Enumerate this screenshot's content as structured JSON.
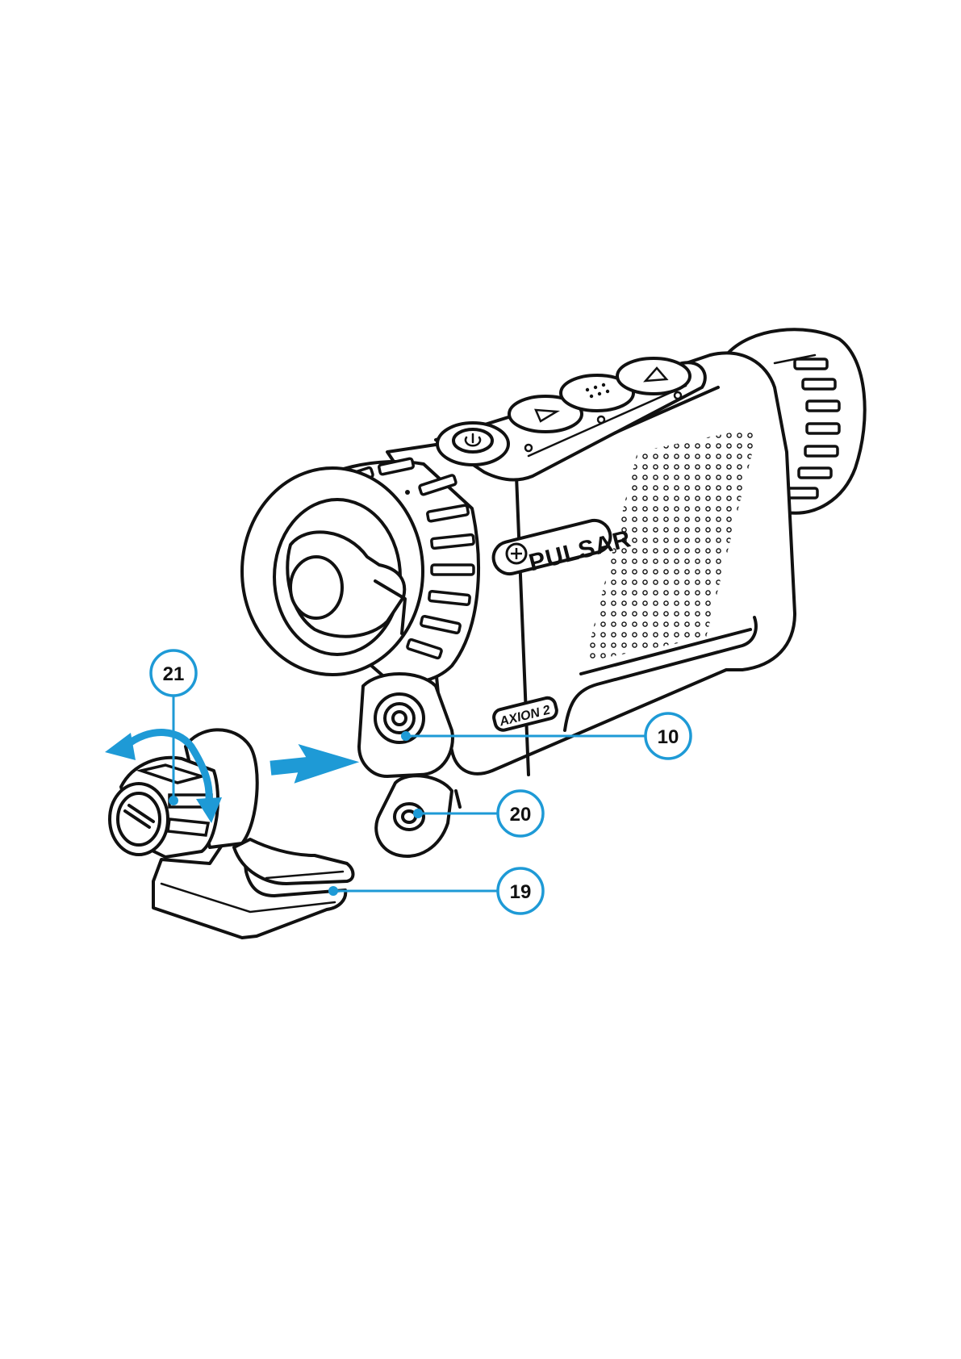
{
  "brand_logo": "PULSAR",
  "model_badge": "AXION 2",
  "accent_color": "#1e9ad6",
  "callouts": [
    {
      "id": "10",
      "label": "10"
    },
    {
      "id": "20",
      "label": "20"
    },
    {
      "id": "19",
      "label": "19"
    },
    {
      "id": "21",
      "label": "21"
    }
  ],
  "arrows": [
    {
      "name": "attach-direction-arrow",
      "meaning": "slide mount onto device"
    },
    {
      "name": "rotate-knob-arrow",
      "meaning": "turn knob to tighten"
    }
  ]
}
